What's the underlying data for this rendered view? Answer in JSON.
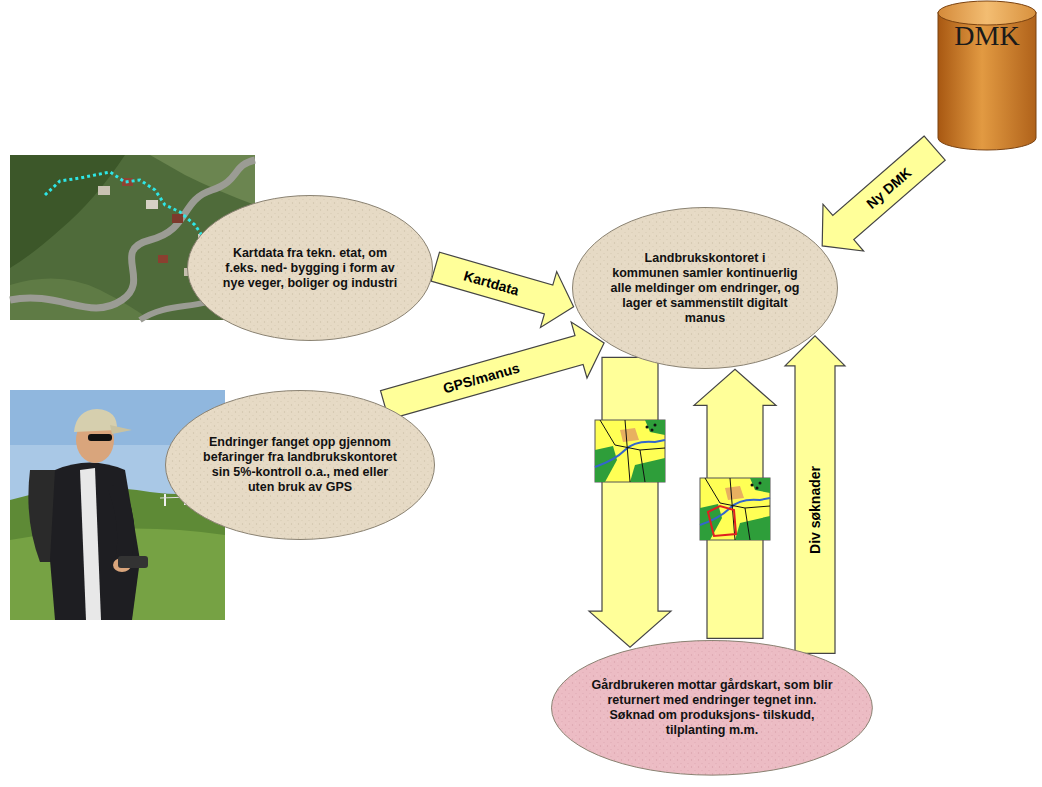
{
  "diagram": {
    "nodes": [
      {
        "text": [
          "DMK"
        ]
      },
      {
        "text": [
          "Kartdata fra tekn. etat, om f.eks. ned- bygging i form av nye veger, boliger og industri"
        ]
      },
      {
        "text": [
          "Landbrukskontoret i kommunen samler kontinuerlig alle meldinger om endringer, og lager et sammenstilt digitalt manus"
        ]
      },
      {
        "text": [
          "Endringer fanget opp gjennom befaringer fra landbrukskontoret sin 5%-kontroll o.a., med eller uten bruk av GPS"
        ]
      },
      {
        "text": [
          "Gårdbrukeren mottar gårdskart, som blir returnert med endringer tegnet inn. Søknad om produksjons- tilskudd, tilplanting m.m."
        ]
      }
    ],
    "edges": [
      {
        "from": 1,
        "to": 2,
        "label": "Kartdata",
        "arrow": "to"
      },
      {
        "from": 0,
        "to": 2,
        "label": "Ny DMK",
        "arrow": "to"
      },
      {
        "from": 3,
        "to": 2,
        "label": "GPS/manus",
        "arrow": "to"
      },
      {
        "from": 2,
        "to": 4,
        "arrow": "to"
      },
      {
        "from": 4,
        "to": 2,
        "arrow": "to"
      },
      {
        "from": 4,
        "to": 2,
        "label": "Div søknader",
        "arrow": "to"
      }
    ]
  }
}
